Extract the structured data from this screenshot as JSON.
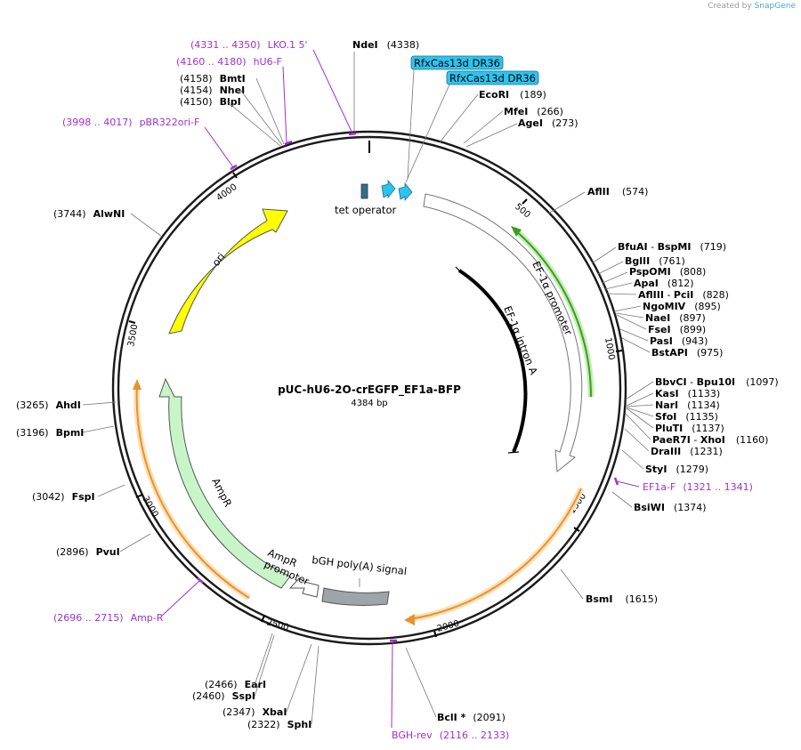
{
  "credit": {
    "prefix": "Created by",
    "brand": "SnapGene"
  },
  "plasmid": {
    "name": "pUC-hU6-2O-crEGFP_EF1a-BFP",
    "length_label": "4384 bp",
    "length": 4384
  },
  "ticks": [
    "500",
    "1000",
    "1500",
    "2000",
    "2500",
    "3000",
    "3500",
    "4000"
  ],
  "features": {
    "tet_operator": "tet operator",
    "rfx1": "RfxCas13d DR36",
    "rfx2": "RfxCas13d DR36",
    "ef1a_promoter": "EF-1α promoter",
    "ef1a_intron": "EF-1α intron A",
    "bgh": "bGH poly(A) signal",
    "ampr_promoter_1": "AmpR",
    "ampr_promoter_2": "promoter",
    "ampr": "AmpR",
    "ori": "ori"
  },
  "enzymes": [
    {
      "name": "NdeI",
      "pos": "(4338)"
    },
    {
      "name": "EcoRI",
      "pos": "(189)"
    },
    {
      "name": "MfeI",
      "pos": "(266)"
    },
    {
      "name": "AgeI",
      "pos": "(273)"
    },
    {
      "name": "AflII",
      "pos": "(574)"
    },
    {
      "name": "BfuAI",
      "sep": " - ",
      "name2": "BspMI",
      "pos": "(719)"
    },
    {
      "name": "BglII",
      "pos": "(761)"
    },
    {
      "name": "PspOMI",
      "pos": "(808)"
    },
    {
      "name": "ApaI",
      "pos": "(812)"
    },
    {
      "name": "AflIII",
      "sep": " - ",
      "name2": "PciI",
      "pos": "(828)"
    },
    {
      "name": "NgoMIV",
      "pos": "(895)"
    },
    {
      "name": "NaeI",
      "pos": "(897)"
    },
    {
      "name": "FseI",
      "pos": "(899)"
    },
    {
      "name": "PasI",
      "pos": "(943)"
    },
    {
      "name": "BstAPI",
      "pos": "(975)"
    },
    {
      "name": "BbvCI",
      "sep": " - ",
      "name2": "Bpu10I",
      "pos": "(1097)"
    },
    {
      "name": "KasI",
      "pos": "(1133)"
    },
    {
      "name": "NarI",
      "pos": "(1134)"
    },
    {
      "name": "SfoI",
      "pos": "(1135)"
    },
    {
      "name": "PluTI",
      "pos": "(1137)"
    },
    {
      "name": "PaeR7I",
      "sep": " - ",
      "name2": "XhoI",
      "pos": "(1160)"
    },
    {
      "name": "DraIII",
      "pos": "(1231)"
    },
    {
      "name": "StyI",
      "pos": "(1279)"
    },
    {
      "name": "BsiWI",
      "pos": "(1374)"
    },
    {
      "name": "BsmI",
      "pos": "(1615)"
    },
    {
      "name": "BclI *",
      "pos": "(2091)"
    },
    {
      "name": "EarI",
      "pos": "(2466)"
    },
    {
      "name": "SspI",
      "pos": "(2460)"
    },
    {
      "name": "XbaI",
      "pos": "(2347)"
    },
    {
      "name": "SphI",
      "pos": "(2322)"
    },
    {
      "name": "PvuI",
      "pos": "(2896)"
    },
    {
      "name": "FspI",
      "pos": "(3042)"
    },
    {
      "name": "BpmI",
      "pos": "(3196)"
    },
    {
      "name": "AhdI",
      "pos": "(3265)"
    },
    {
      "name": "AlwNI",
      "pos": "(3744)"
    },
    {
      "name": "BlpI",
      "pos": "(4150)"
    },
    {
      "name": "NheI",
      "pos": "(4154)"
    },
    {
      "name": "BmtI",
      "pos": "(4158)"
    }
  ],
  "primers": [
    {
      "name": "LKO.1 5'",
      "range": "(4331 .. 4350)"
    },
    {
      "name": "hU6-F",
      "range": "(4160 .. 4180)"
    },
    {
      "name": "pBR322ori-F",
      "range": "(3998 .. 4017)"
    },
    {
      "name": "EF1a-F",
      "range": "(1321 .. 1341)"
    },
    {
      "name": "BGH-rev",
      "range": "(2116 .. 2133)"
    },
    {
      "name": "Amp-R",
      "range": "(2696 .. 2715)"
    }
  ],
  "colors": {
    "ori": "#ffff00",
    "ampr": "#c8f5c8",
    "ef1a_promoter": "#ffffff",
    "green_band": "#3c9b23",
    "orange_band": "#e8922a",
    "rfx": "#2cc4ee",
    "primer": "#a02fd0",
    "bgh": "#9ea4a8"
  }
}
